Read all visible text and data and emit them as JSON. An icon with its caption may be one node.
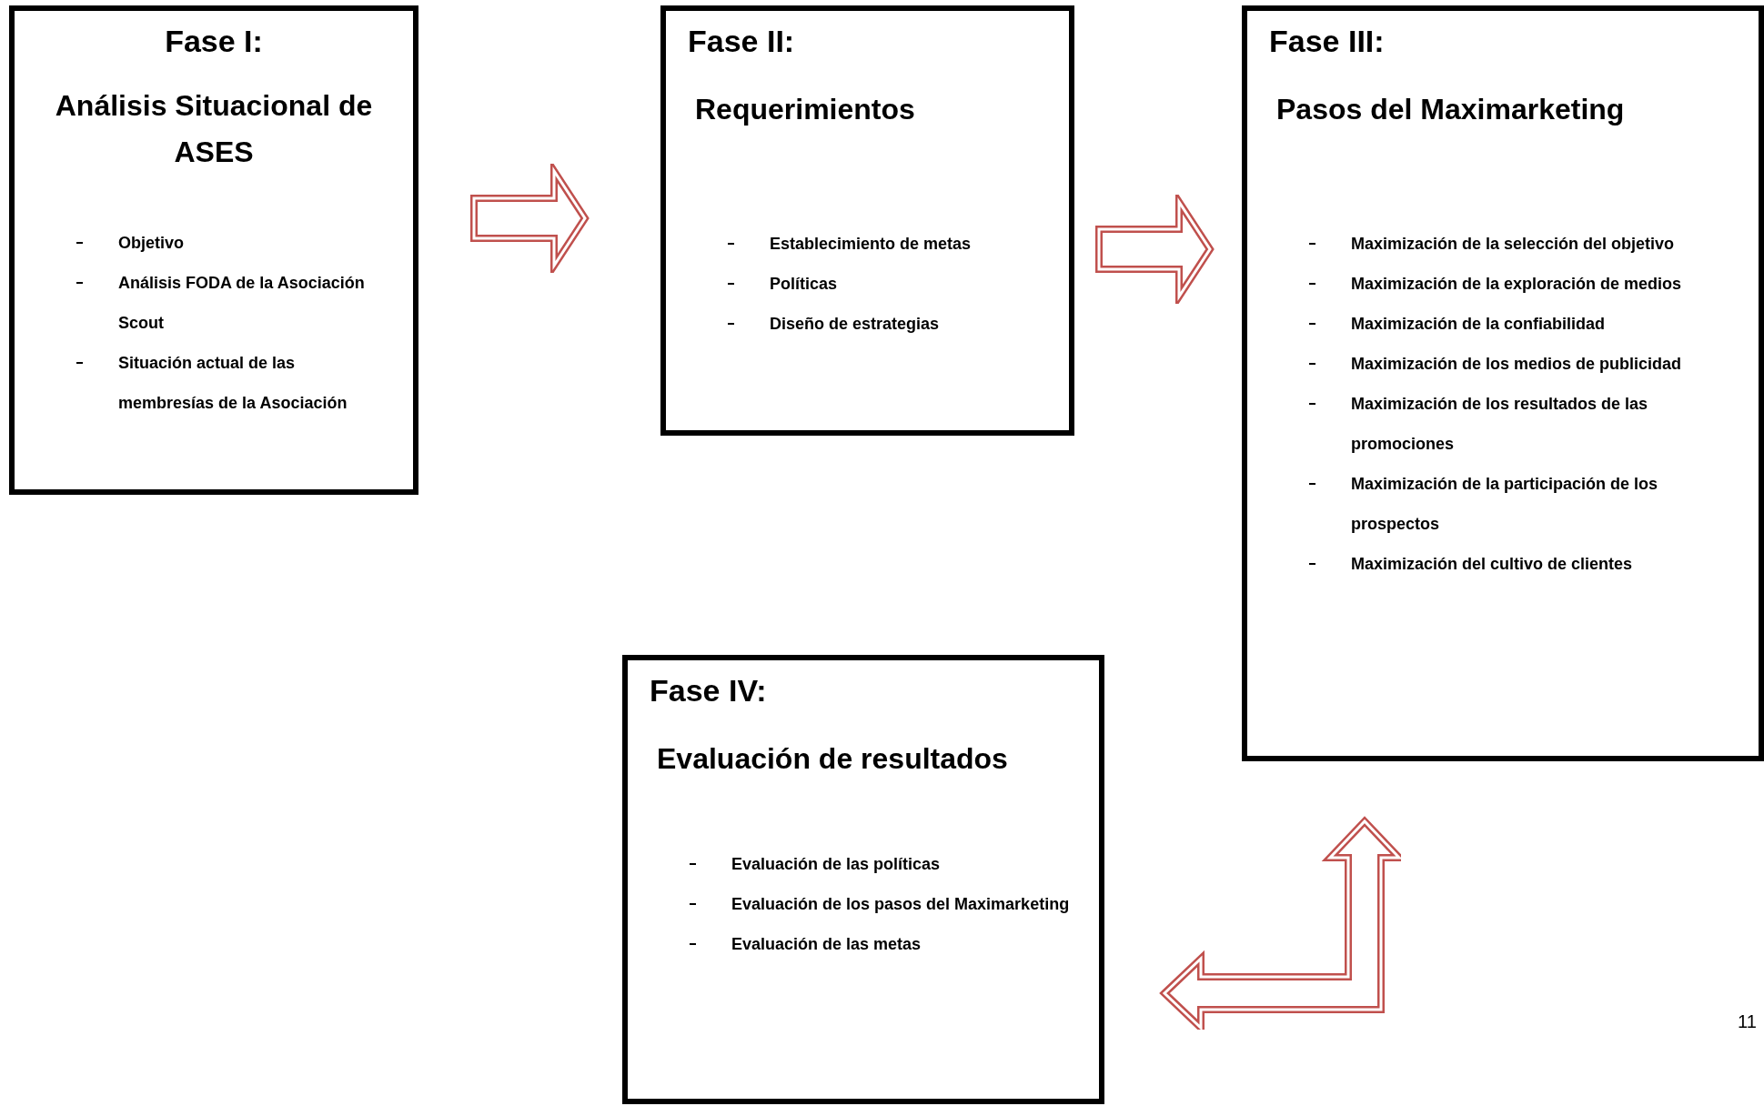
{
  "diagram": {
    "nodes": [
      {
        "text": [
          "Fase I:",
          "Análisis Situacional de ASES",
          "Objetivo",
          "Análisis FODA de la Asociación Scout",
          "Situación actual de las membresías de la Asociación"
        ]
      },
      {
        "text": [
          "Fase II:",
          "Requerimientos",
          "Establecimiento de metas",
          "Políticas",
          "Diseño de estrategias"
        ]
      },
      {
        "text": [
          "Fase III:",
          "Pasos del Maximarketing",
          "Maximización de la selección del objetivo",
          "Maximización de la exploración de medios",
          "Maximización de la confiabilidad",
          "Maximización de los medios de publicidad",
          "Maximización de los resultados de las promociones",
          "Maximización de la participación de los prospectos",
          "Maximización del cultivo de clientes"
        ]
      },
      {
        "text": [
          "Fase IV:",
          "Evaluación de resultados",
          "Evaluación de las políticas",
          "Evaluación de los pasos del Maximarketing",
          "Evaluación de las metas"
        ]
      }
    ],
    "edges": [
      {
        "from": 0,
        "to": 1,
        "arrow": "to"
      },
      {
        "from": 1,
        "to": 2,
        "arrow": "to"
      },
      {
        "from": 2,
        "to": 3,
        "arrow": "both"
      }
    ],
    "labels": [
      "11"
    ]
  }
}
